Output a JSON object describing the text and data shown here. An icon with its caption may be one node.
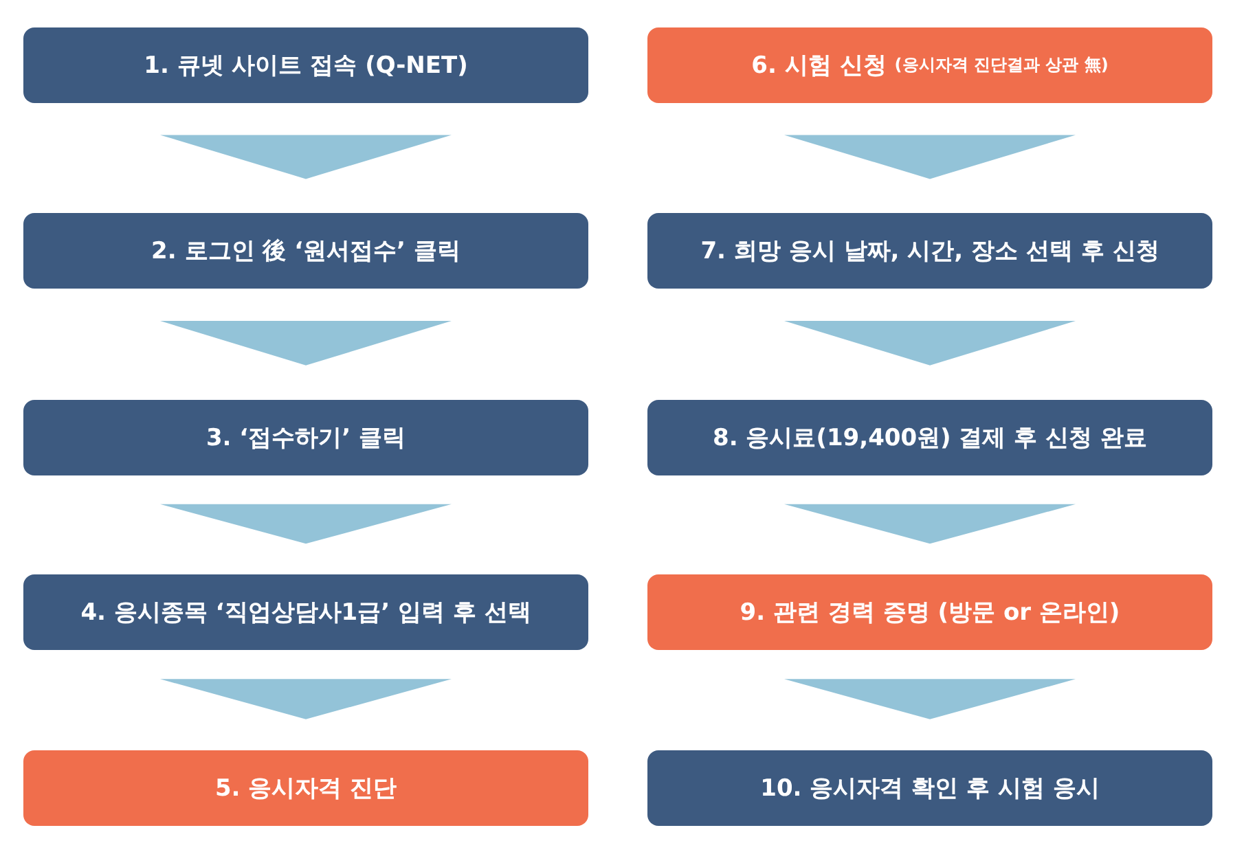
{
  "diagram": {
    "nodes": [
      {
        "text": [
          "1. 큐넷 사이트 접속 (Q-NET)"
        ]
      },
      {
        "text": [
          "2. 로그인 後 ‘원서접수’ 클릭"
        ]
      },
      {
        "text": [
          "3. ‘접수하기’ 클릭"
        ]
      },
      {
        "text": [
          "4. 응시종목 ‘직업상담사1급’ 입력 후 선택"
        ]
      },
      {
        "text": [
          "5. 응시자격 진단"
        ]
      },
      {
        "text": [
          "6. 시험 신청",
          "(응시자격 진단결과 상관 無)"
        ]
      },
      {
        "text": [
          "7. 희망 응시 날짜, 시간, 장소 선택 후 신청"
        ]
      },
      {
        "text": [
          "8. 응시료(19,400원) 결제 후 신청 완료"
        ]
      },
      {
        "text": [
          "9. 관련 경력 증명 (방문 or 온라인)"
        ]
      },
      {
        "text": [
          "10. 응시자격 확인 후 시험 응시"
        ]
      }
    ],
    "edges": [
      {
        "from": 0,
        "to": 1,
        "arrow": "to"
      },
      {
        "from": 1,
        "to": 2,
        "arrow": "to"
      },
      {
        "from": 2,
        "to": 3,
        "arrow": "to"
      },
      {
        "from": 3,
        "to": 4,
        "arrow": "to"
      },
      {
        "from": 5,
        "to": 6,
        "arrow": "to"
      },
      {
        "from": 6,
        "to": 7,
        "arrow": "to"
      },
      {
        "from": 7,
        "to": 8,
        "arrow": "to"
      },
      {
        "from": 8,
        "to": 9,
        "arrow": "to"
      }
    ]
  }
}
